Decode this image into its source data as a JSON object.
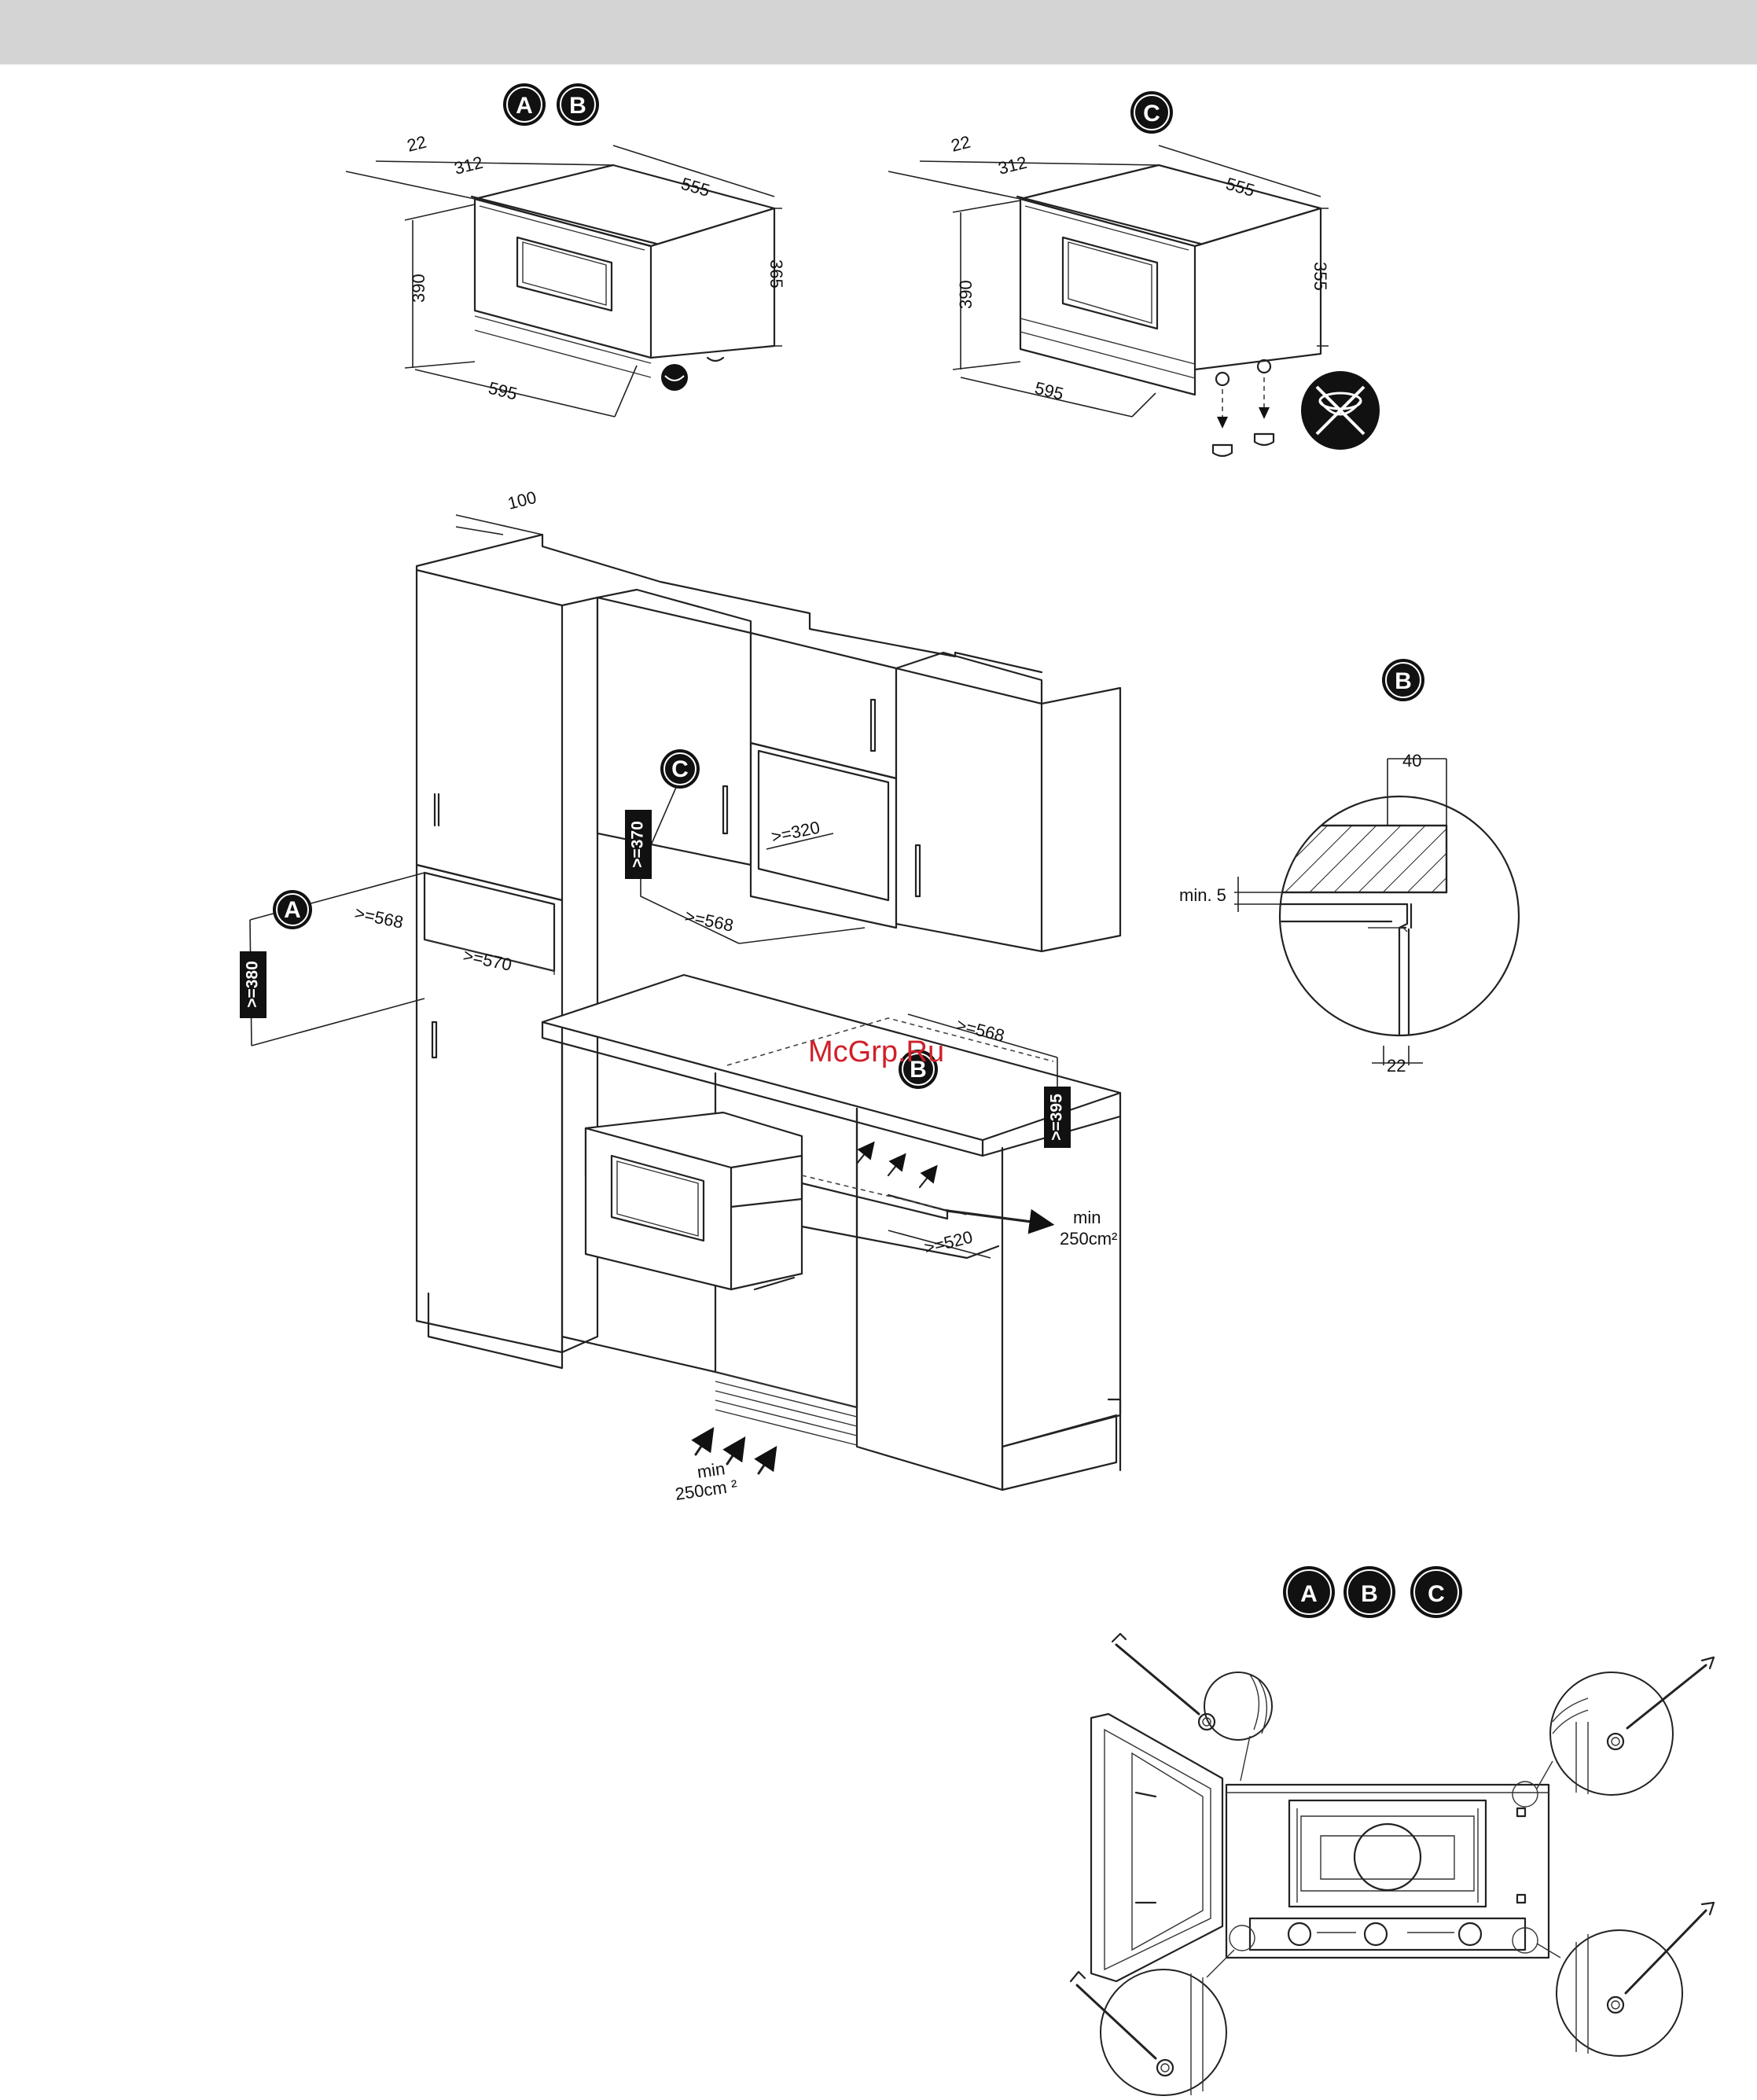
{
  "header": {
    "bar_color": "#d4d4d4"
  },
  "badges": {
    "a": "A",
    "b": "B",
    "c": "C"
  },
  "watermark": {
    "text": "McGrp.Ru",
    "color": "#d0202a"
  },
  "figure_ab": {
    "trim_depth": "22",
    "depth": "312",
    "width_top": "555",
    "height": "390",
    "body_height": "365",
    "width_front": "595"
  },
  "figure_c": {
    "trim_depth": "22",
    "depth": "312",
    "width_top": "555",
    "height": "390",
    "body_height": "355",
    "width_front": "595"
  },
  "kitchen": {
    "wall_gap": "100",
    "niche_a": {
      "width": ">=568",
      "depth": ">=570",
      "height": ">=380"
    },
    "niche_c": {
      "height": ">=370",
      "depth": ">=320",
      "width": ">=568"
    },
    "niche_b": {
      "width": ">=568",
      "height": ">=395",
      "depth": ">=520"
    },
    "vent_side": {
      "line1": "min",
      "line2": "250cm²"
    },
    "vent_bottom": {
      "line1": "min",
      "line2": "250cm ²"
    }
  },
  "detail_b": {
    "thickness": "40",
    "gap": "min. 5",
    "trim": "22"
  }
}
